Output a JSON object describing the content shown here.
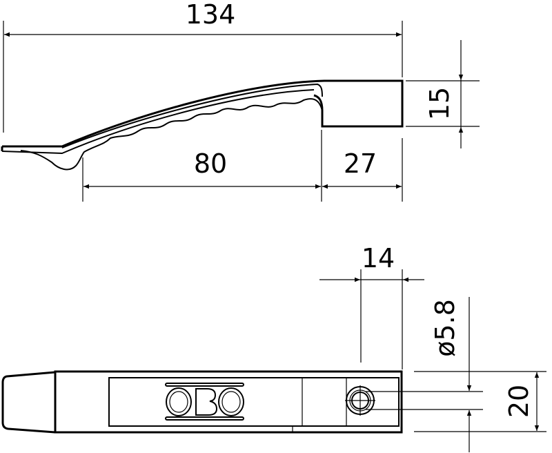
{
  "drawing": {
    "side_view": {
      "overall_length": "134",
      "height": "15",
      "grip_length": "80",
      "head_length": "27"
    },
    "top_view": {
      "hole_offset": "14",
      "hole_diameter": "ø5.8",
      "width": "20"
    },
    "logo_text": "OBO",
    "line_color": "#000000",
    "background_color": "#ffffff"
  }
}
